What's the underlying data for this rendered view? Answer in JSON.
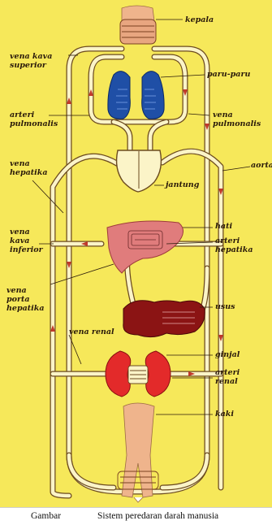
{
  "colors": {
    "background": "#f6e85a",
    "vessel_fill": "#fbf4c8",
    "vessel_line": "#6b4a1f",
    "flow_arrow": "#c0392b",
    "lungs": "#1f4fa6",
    "liver": "#e07c7c",
    "kidney": "#e32a2a",
    "intestine": "#8b1414",
    "skin": "#efb48c",
    "heart": "#fbf4c8"
  },
  "icons": [
    "lungs-illustration",
    "heart-illustration",
    "liver-illustration",
    "intestine-illustration",
    "kidneys-illustration",
    "head-illustration",
    "legs-illustration"
  ],
  "labels": {
    "kepala": "kepala",
    "vena_kava_superior": "vena kava superior",
    "paru_paru": "paru-paru",
    "arteri_pulmonalis": "arteri pulmonalis",
    "vena_pulmonalis": "vena pulmonalis",
    "aorta": "aorta",
    "vena_hepatika": "vena hepatika",
    "jantung": "jantung",
    "hati": "hati",
    "arteri_hepatika": "arteri hepatika",
    "vena_kava_inferior": "vena kava inferior",
    "vena_porta_hepatika": "vena porta hepatika",
    "usus": "usus",
    "vena_renal": "vena renal",
    "ginjal": "ginjal",
    "arteri_renal": "arteri renal",
    "kaki": "kaki"
  },
  "caption": {
    "prefix": "Gambar",
    "title": "Sistem peredaran darah manusia"
  }
}
